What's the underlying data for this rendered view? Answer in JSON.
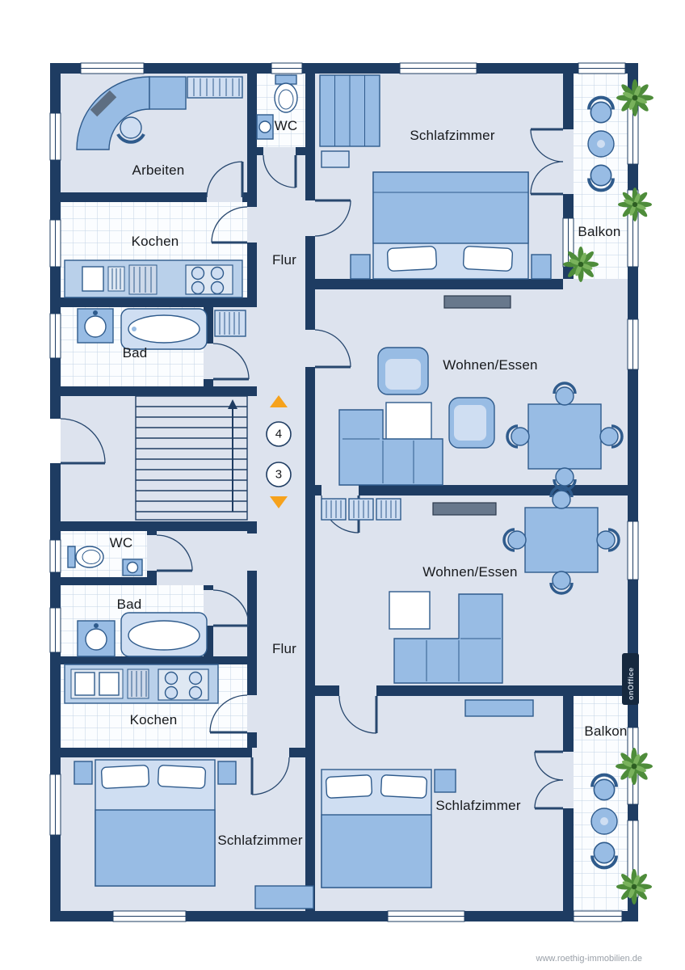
{
  "colors": {
    "wall": "#1e3c62",
    "floor": "#dde3ee",
    "tile_line": "#c3d3e5",
    "furniture": "#98bce4",
    "furniture_light": "#cfdef2",
    "accent_orange": "#f6a21c",
    "plant_green": "#4e8c3a"
  },
  "labels": {
    "wc_top": "WC",
    "arbeiten": "Arbeiten",
    "schlafzimmer_top": "Schlafzimmer",
    "balkon_top": "Balkon",
    "kochen_top": "Kochen",
    "flur_top": "Flur",
    "bad_top": "Bad",
    "wohnen_essen_top": "Wohnen/Essen",
    "level_upper": "4",
    "level_lower": "3",
    "wc_bottom": "WC",
    "bad_bottom": "Bad",
    "wohnen_essen_bottom": "Wohnen/Essen",
    "flur_bottom": "Flur",
    "kochen_bottom": "Kochen",
    "balkon_bottom": "Balkon",
    "schlafzimmer_bottom_right": "Schlafzimmer",
    "schlafzimmer_bottom_left": "Schlafzimmer"
  },
  "footer": {
    "watermark": "www.roethig-immobilien.de"
  },
  "branding": {
    "logo": "onOffice"
  }
}
